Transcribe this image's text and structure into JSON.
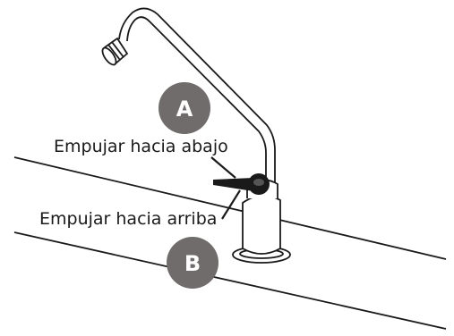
{
  "labels": {
    "push_down": "Empujar hacia abajo",
    "push_up": "Empujar hacia arriba"
  },
  "markers": {
    "a": "A",
    "b": "B"
  },
  "colors": {
    "marker_fill": "#6f6c6b",
    "line": "#1a1a1a",
    "handle": "#1a1a1a"
  }
}
